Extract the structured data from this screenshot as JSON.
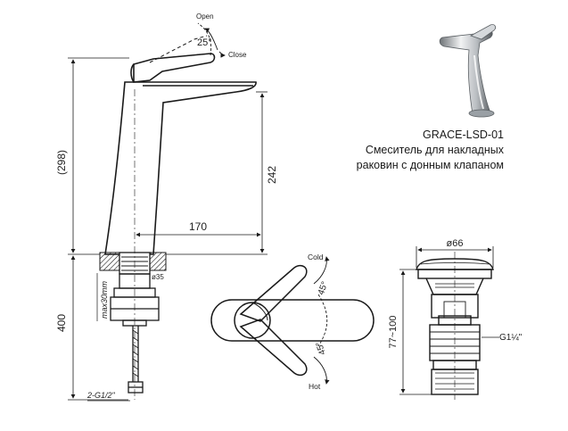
{
  "product": {
    "model": "GRACE-LSD-01",
    "desc_line1": "Смеситель для накладных",
    "desc_line2": "раковин с донным клапаном"
  },
  "dimensions": {
    "total_height": "(298)",
    "spout_height": "242",
    "spout_reach": "170",
    "below_counter": "400",
    "thickness": "max30mm",
    "hole_diameter": "ø35",
    "hose_thread": "2-G1/2\"",
    "drain_diameter": "ø66",
    "drain_height": "77~100",
    "drain_thread": "G1¼\""
  },
  "labels": {
    "open": "Open",
    "close": "Close",
    "angle_lever": "25°",
    "cold": "Cold",
    "hot": "Hot",
    "angle_cold": "45°",
    "angle_hot": "45°"
  },
  "colors": {
    "line": "#1a1a1a",
    "chrome_light": "#e8eaec",
    "chrome_dark": "#6b7075"
  }
}
